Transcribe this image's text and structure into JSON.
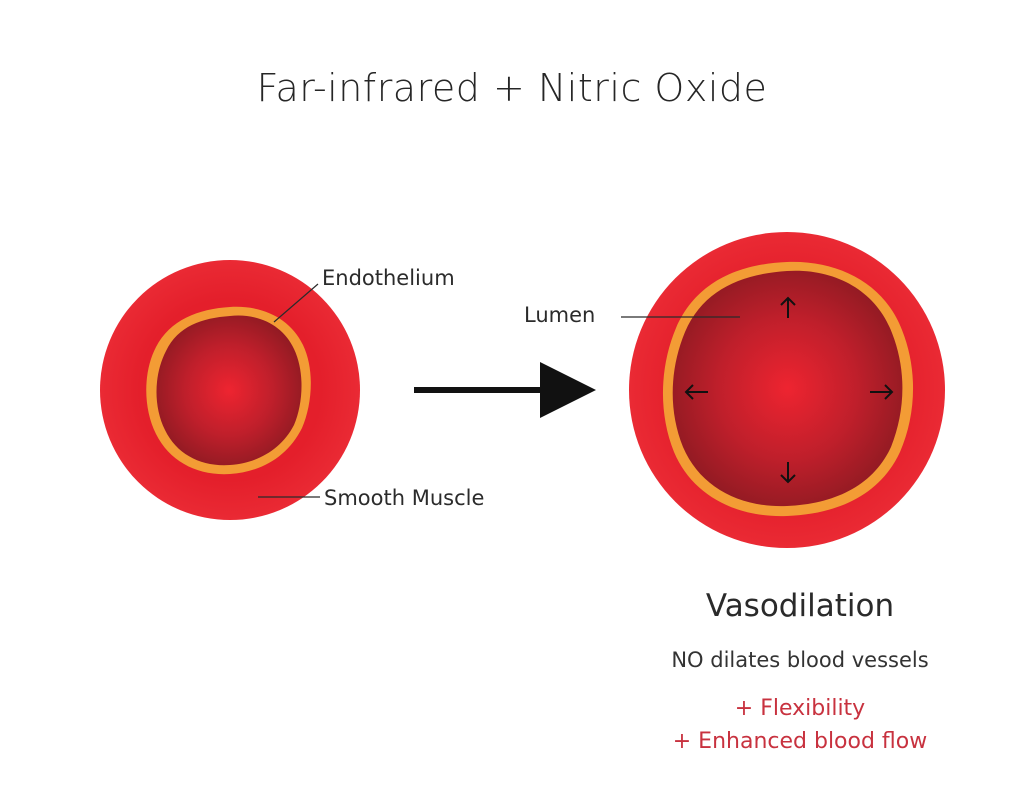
{
  "title": "Far-infrared + Nitric Oxide",
  "labels": {
    "endothelium": "Endothelium",
    "smooth_muscle": "Smooth Muscle",
    "lumen": "Lumen"
  },
  "result": {
    "heading": "Vasodilation",
    "description": "NO dilates blood vessels",
    "benefits": [
      "+ Flexibility",
      "+ Enhanced blood flow"
    ]
  },
  "colors": {
    "vessel_wall": "#e8232e",
    "endothelium_layer": "#f4a33a",
    "lumen": "#b81f2a",
    "benefit_text": "#c8323f",
    "arrow": "#111111"
  },
  "icons": [
    "arrow-right-icon",
    "arrow-up-icon",
    "arrow-down-icon",
    "arrow-left-icon"
  ]
}
